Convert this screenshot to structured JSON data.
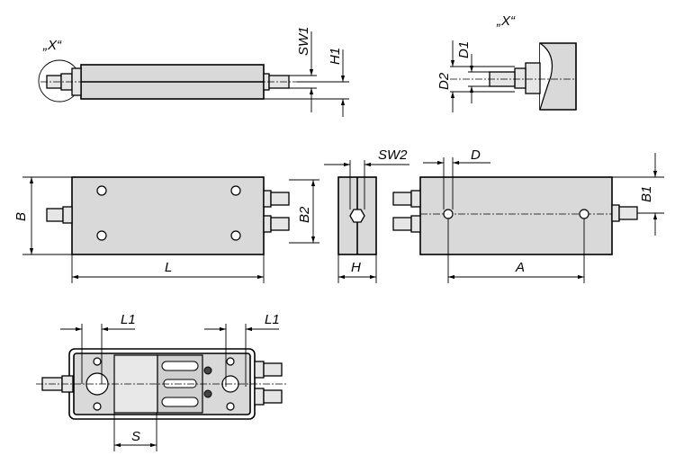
{
  "title": "Pneumatic cylinder dimension drawing",
  "labels": {
    "detail_x_callout": "„X“",
    "detail_x_title": "„X“",
    "sw1": "SW1",
    "h1": "H1",
    "d1": "D1",
    "d2": "D2",
    "b": "B",
    "l": "L",
    "b2": "B2",
    "sw2": "SW2",
    "h": "H",
    "d": "D",
    "b1": "B1",
    "a": "A",
    "l1_left": "L1",
    "l1_right": "L1",
    "s": "S"
  },
  "colors": {
    "body_fill": "#d9d9d9",
    "line": "#000000"
  }
}
